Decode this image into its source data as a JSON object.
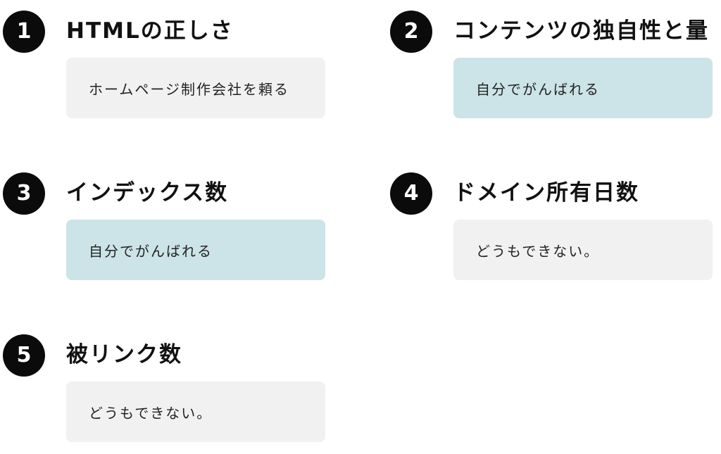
{
  "items": [
    {
      "number": "1",
      "title": "HTMLの正しさ",
      "note": "ホームページ制作会社を頼る"
    },
    {
      "number": "2",
      "title": "コンテンツの独自性と量",
      "note": "自分でがんばれる"
    },
    {
      "number": "3",
      "title": "インデックス数",
      "note": "自分でがんばれる"
    },
    {
      "number": "4",
      "title": "ドメイン所有日数",
      "note": "どうもできない。"
    },
    {
      "number": "5",
      "title": "被リンク数",
      "note": "どうもできない。"
    }
  ],
  "colors": {
    "badge": "#0b0b0b",
    "box_neutral": "#f1f1f1",
    "box_highlight": "#cce4e8"
  }
}
